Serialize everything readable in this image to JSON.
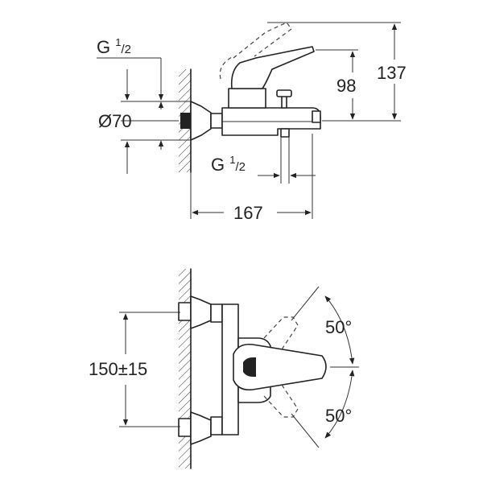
{
  "top_view": {
    "thread_top": {
      "base": "G ",
      "sup": "1",
      "sub": "/2"
    },
    "thread_bottom": {
      "base": "G ",
      "sup": "1",
      "sub": "/2"
    },
    "diameter": "Ø70",
    "height_spout": "98",
    "height_total": "137",
    "depth": "167"
  },
  "bottom_view": {
    "spacing": "150±15",
    "angle_upper": "50°",
    "angle_lower": "50°"
  }
}
